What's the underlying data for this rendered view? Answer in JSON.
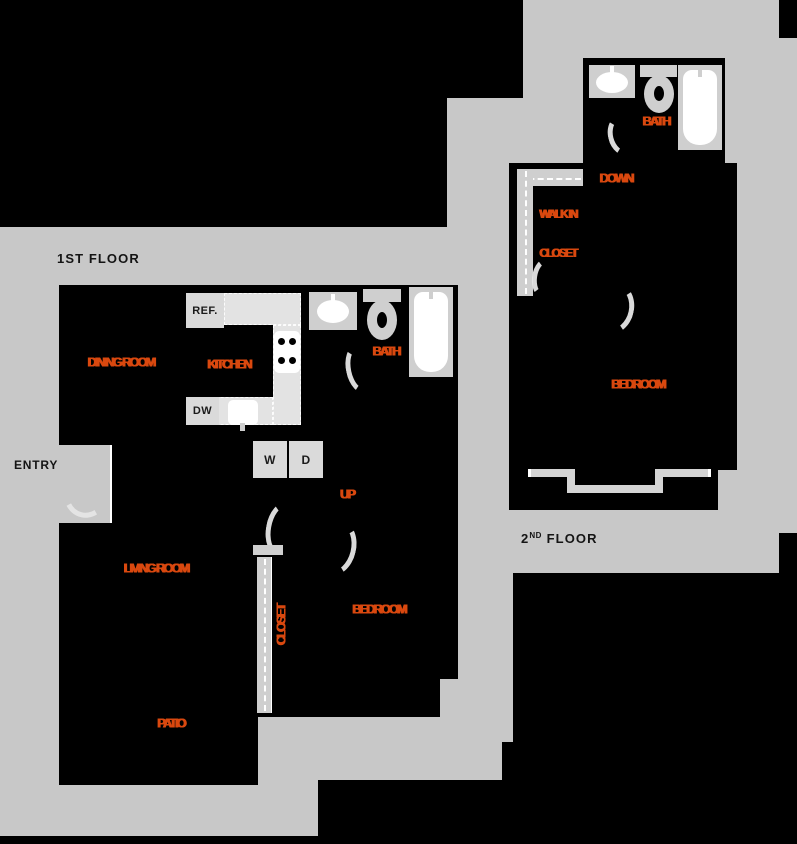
{
  "colors": {
    "background": "#000000",
    "surface_gray": "#C8C8C8",
    "accent_orange": "#D9480F",
    "fixture_gray": "#CFCFCF",
    "counter_gray": "#E3E3E3",
    "ink": "#141414",
    "white": "#FFFFFF"
  },
  "floor1": {
    "title": "1ST FLOOR",
    "entry": "ENTRY",
    "labels": {
      "dining": "DINING ROOM",
      "kitchen": "KITCHEN",
      "bath": "BATH",
      "up": "UP",
      "living": "LIVING ROOM",
      "closet": "CLOSET",
      "bedroom": "BEDROOM",
      "patio": "PATIO"
    },
    "appliances": {
      "fridge": "REF.",
      "dishwasher": "DW",
      "washer": "W",
      "dryer": "D"
    }
  },
  "floor2": {
    "title": {
      "number": "2",
      "ordinal": "ND",
      "word": "FLOOR"
    },
    "labels": {
      "bath": "BATH",
      "down": "DOWN",
      "walkin_line1": "WALK IN",
      "walkin_line2": "CLOSET",
      "bedroom": "BEDROOM"
    }
  }
}
